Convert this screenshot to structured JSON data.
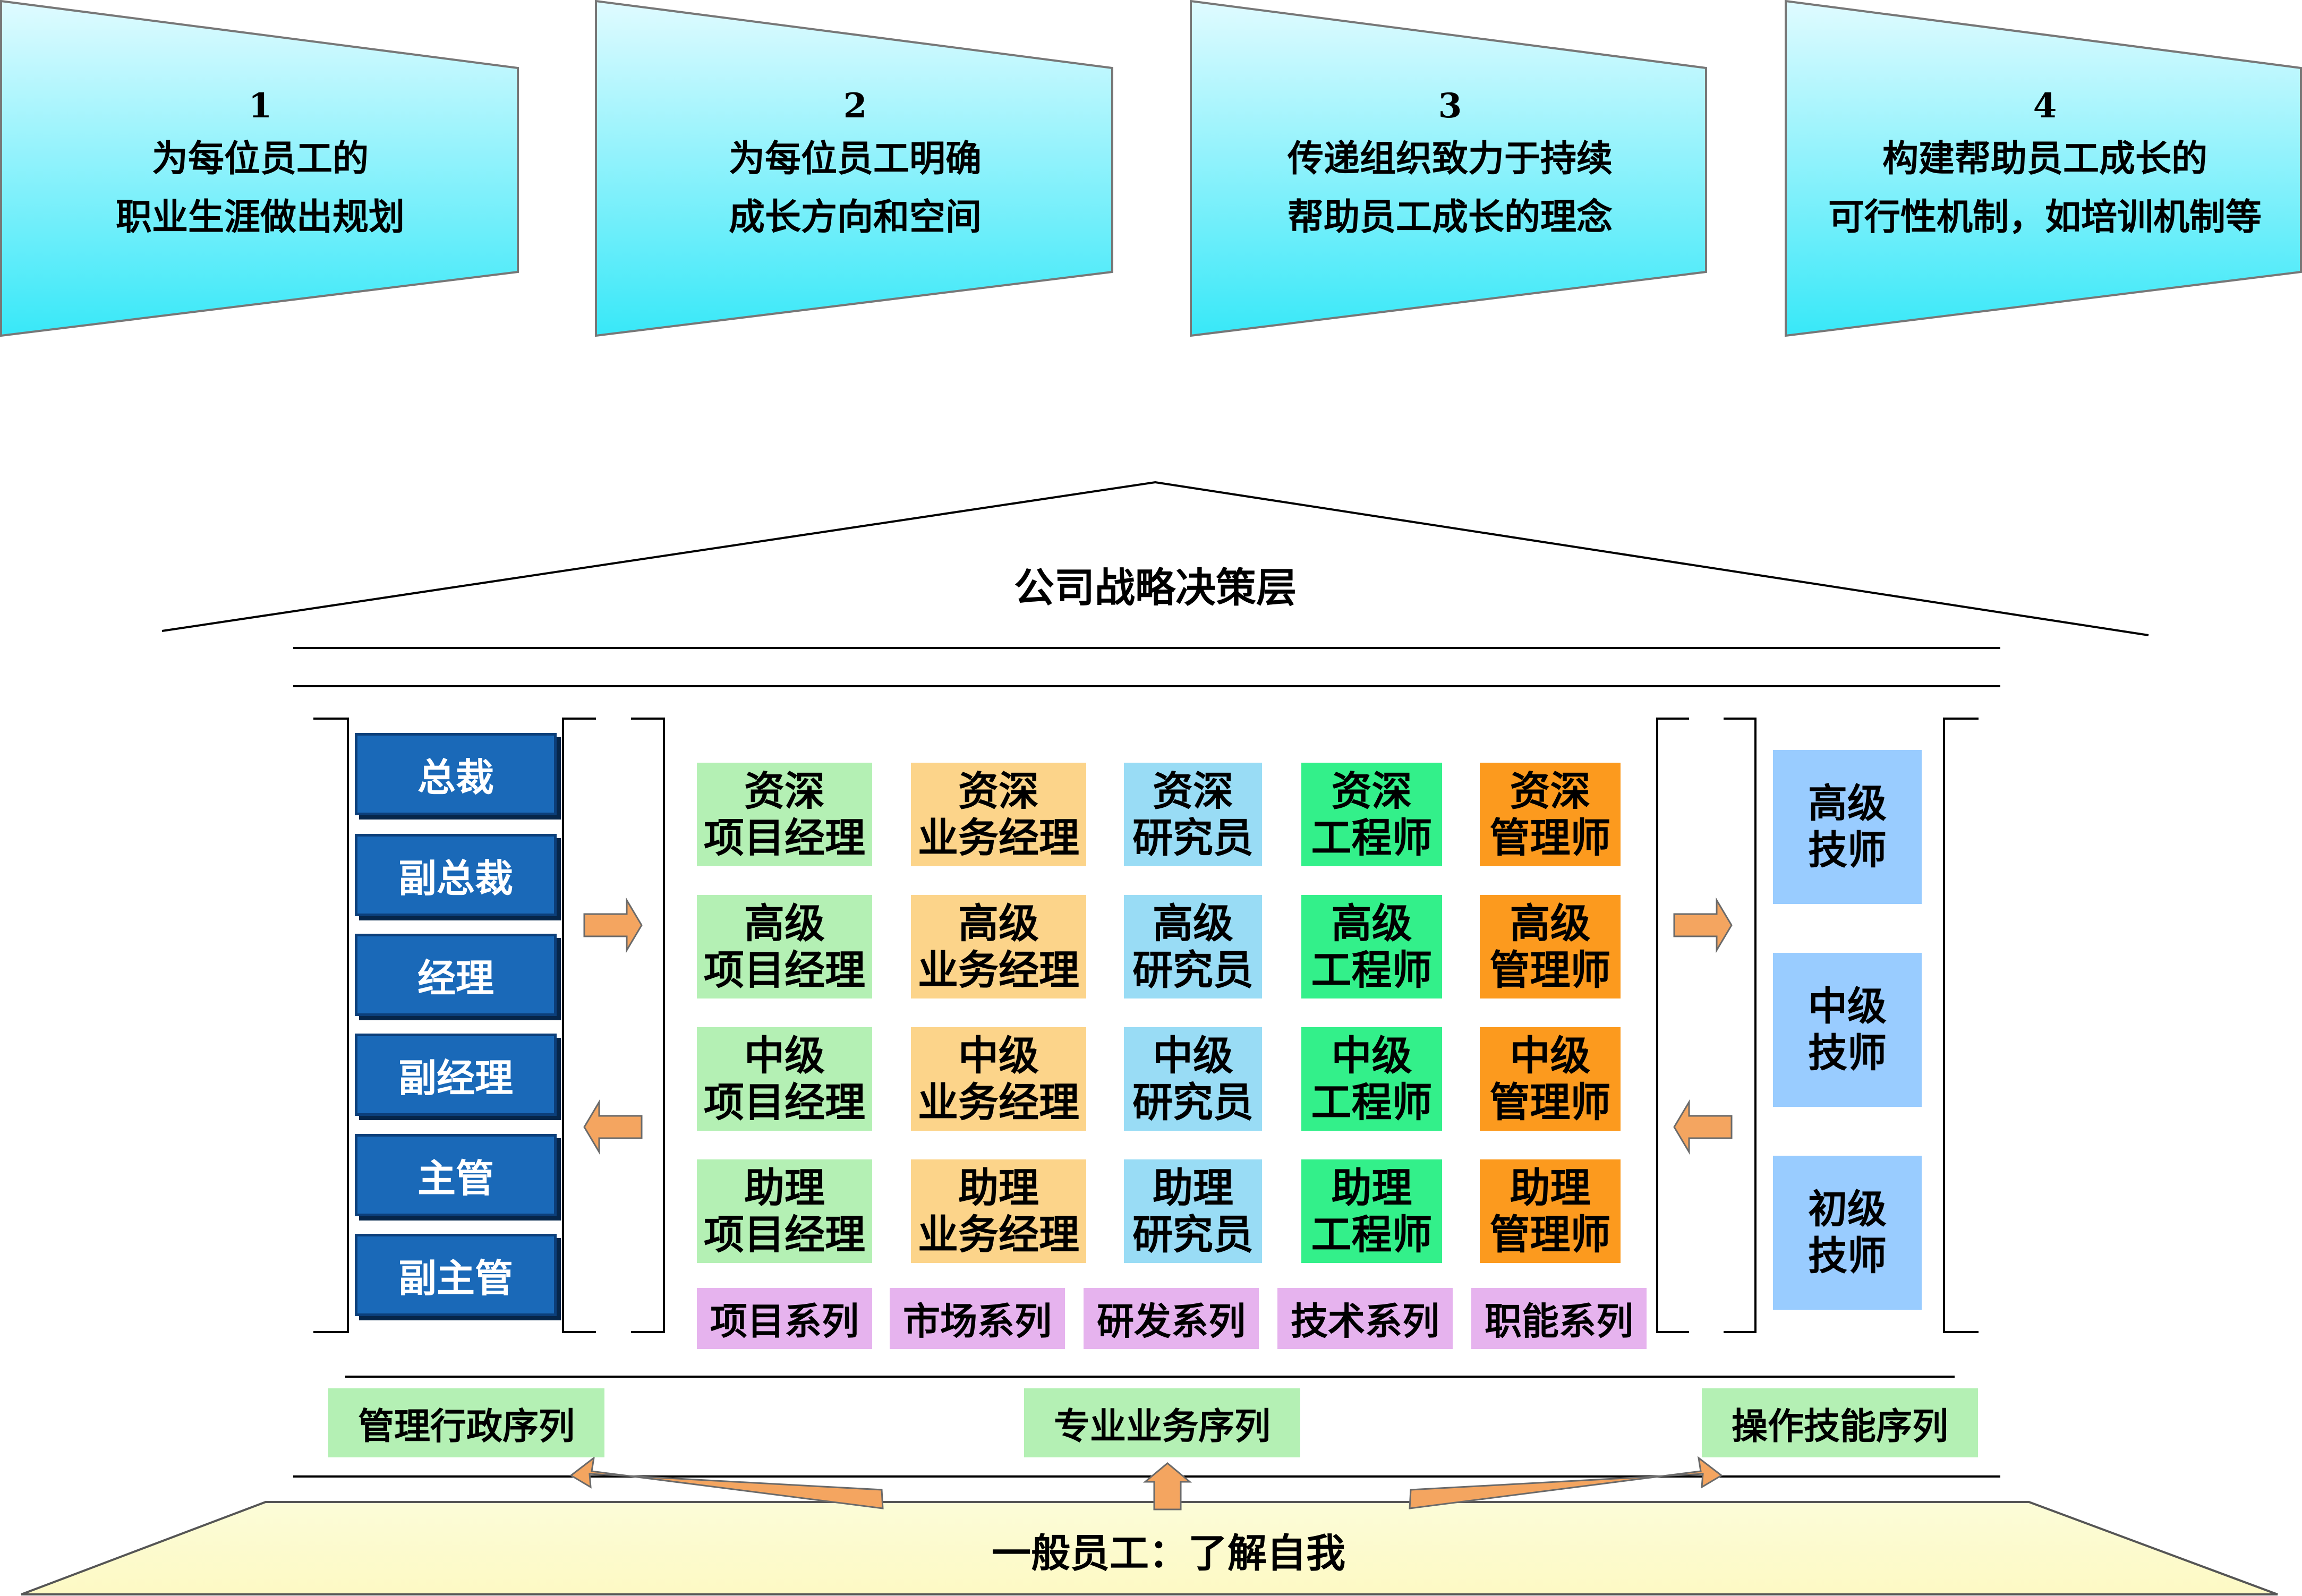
{
  "goals": [
    {
      "number": "1",
      "line1": "为每位员工的",
      "line2": "职业生涯做出规划"
    },
    {
      "number": "2",
      "line1": "为每位员工明确",
      "line2": "成长方向和空间"
    },
    {
      "number": "3",
      "line1": "传递组织致力于持续",
      "line2": "帮助员工成长的理念"
    },
    {
      "number": "4",
      "line1": "构建帮助员工成长的",
      "line2": "可行性机制，如培训机制等"
    }
  ],
  "roof_title": "公司战略决策层",
  "management_ladder": [
    "总裁",
    "副总裁",
    "经理",
    "副经理",
    "主管",
    "副主管"
  ],
  "professional_grid": {
    "levels": [
      "资深",
      "高级",
      "中级",
      "助理"
    ],
    "columns": [
      {
        "role": "项目经理",
        "series": "项目系列",
        "color": "#b4f0b4"
      },
      {
        "role": "业务经理",
        "series": "市场系列",
        "color": "#fcd48a"
      },
      {
        "role": "研究员",
        "series": "研发系列",
        "color": "#99dcf5"
      },
      {
        "role": "工程师",
        "series": "技术系列",
        "color": "#33f08a"
      },
      {
        "role": "管理师",
        "series": "职能系列",
        "color": "#fc9a1e"
      }
    ]
  },
  "technician_ladder": [
    {
      "line1": "高级",
      "line2": "技师"
    },
    {
      "line1": "中级",
      "line2": "技师"
    },
    {
      "line1": "初级",
      "line2": "技师"
    }
  ],
  "sequences": [
    "管理行政序列",
    "专业业务序列",
    "操作技能序列"
  ],
  "base_text": "一般员工：了解自我",
  "colors": {
    "goal_gradient_top": "#e0fbff",
    "goal_gradient_bottom": "#38e8f8",
    "management_blue": "#1a69b8",
    "series_purple": "#e6b3ee",
    "technician_blue": "#99ccff",
    "sequence_green": "#b4f0b4",
    "arrow_orange": "#f4a560",
    "base_yellow": "#fcfcd0"
  }
}
